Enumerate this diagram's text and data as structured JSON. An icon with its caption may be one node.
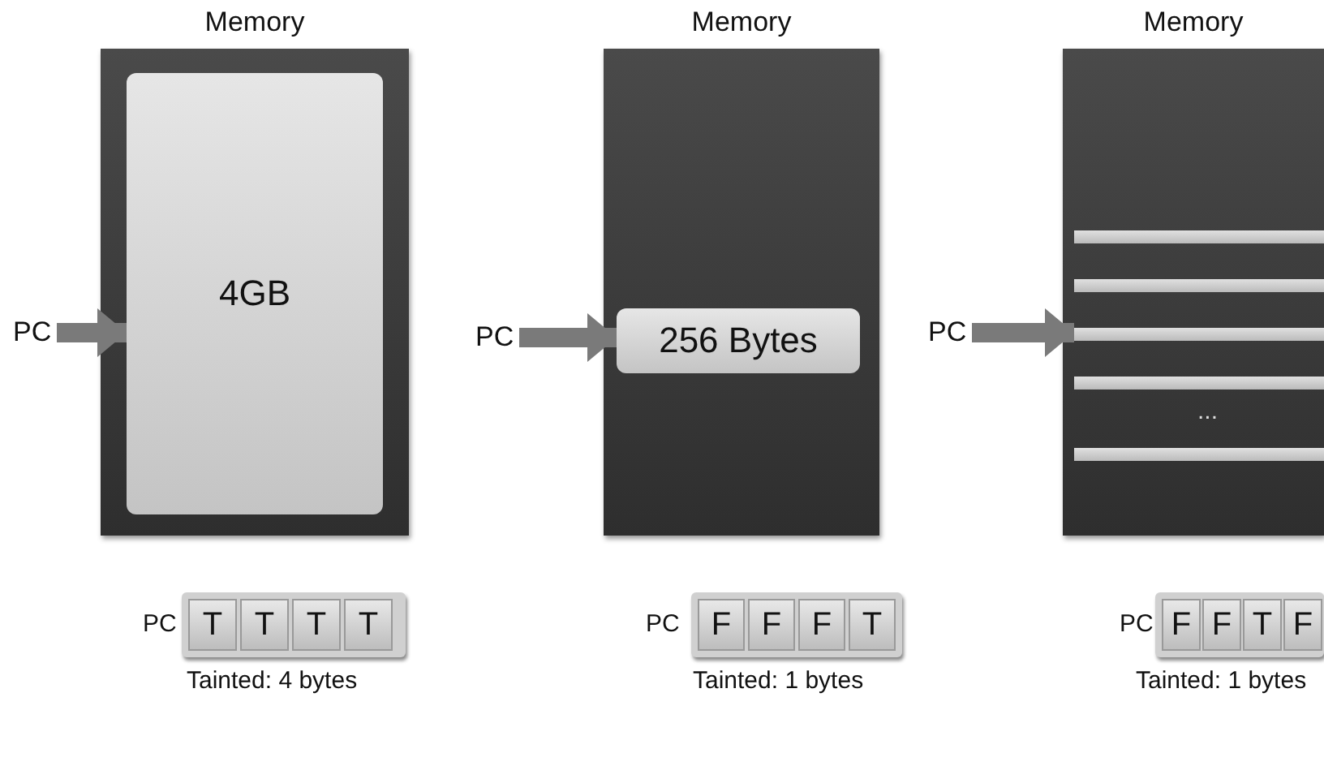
{
  "diagram": {
    "nodes": [
      {
        "text": [
          "Memory"
        ]
      },
      {
        "text": [
          "4GB"
        ],
        "in": 0
      },
      {
        "text": [
          "PC"
        ]
      },
      {
        "text": [
          "Memory"
        ]
      },
      {
        "text": [
          "256 Bytes"
        ],
        "in": 3
      },
      {
        "text": [
          "PC"
        ]
      },
      {
        "text": [
          "Memory"
        ]
      },
      {
        "text": [],
        "shape": "bar",
        "in": 6
      },
      {
        "text": [],
        "shape": "bar",
        "in": 6
      },
      {
        "text": [],
        "shape": "bar",
        "in": 6
      },
      {
        "text": [],
        "shape": "bar",
        "in": 6
      },
      {
        "text": [],
        "shape": "bar",
        "in": 6
      },
      {
        "text": [
          "PC"
        ]
      },
      {
        "text": [
          "T"
        ]
      },
      {
        "text": [
          "T"
        ]
      },
      {
        "text": [
          "T"
        ]
      },
      {
        "text": [
          "T"
        ]
      },
      {
        "text": [
          "F"
        ]
      },
      {
        "text": [
          "F"
        ]
      },
      {
        "text": [
          "F"
        ]
      },
      {
        "text": [
          "T"
        ]
      },
      {
        "text": [
          "F"
        ]
      },
      {
        "text": [
          "F"
        ]
      },
      {
        "text": [
          "T"
        ]
      },
      {
        "text": [
          "F"
        ]
      }
    ],
    "edges": [
      {
        "from": 2,
        "to": 1,
        "arrow": "to"
      },
      {
        "from": 5,
        "to": 4,
        "arrow": "to"
      },
      {
        "from": 12,
        "to": 9,
        "arrow": "to"
      }
    ],
    "labels": [
      "...",
      "PC",
      "Tainted: 4 bytes",
      "PC",
      "Tainted: 1 bytes",
      "PC",
      "Tainted: 1 bytes"
    ]
  }
}
